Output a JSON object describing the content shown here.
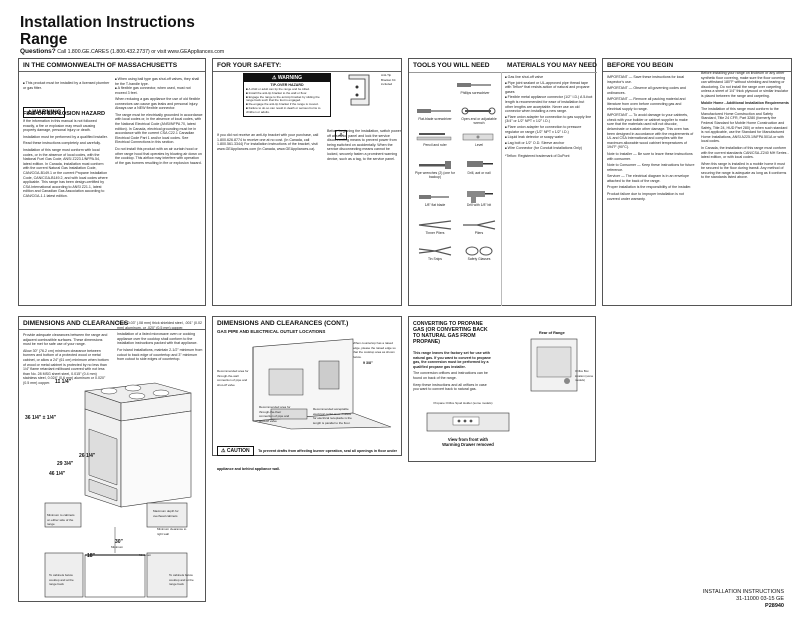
{
  "header": {
    "title_line1": "Installation Instructions",
    "title_line2": "Range",
    "questions_label": "Questions?",
    "questions_text": "Call 1.800.GE.CARES (1.800.432.2737) or visit www.GEAppliances.com"
  },
  "mass": {
    "heading": "IN THE COMMONWEALTH OF MASSACHUSETTS",
    "bullets": [
      "This product must be installed by a licensed plumber or gas fitter.",
      "When using ball type gas shut-off valves, they shall be the T-handle type.",
      "A flexible gas connector, when used, must not exceed 3 feet."
    ]
  },
  "warning_fire": {
    "badge": "WARNING",
    "heading": "FIRE OR EXPLOSION HAZARD",
    "text_a": "If the information in this manual is not followed exactly, a fire or explosion may result causing property damage, personal injury or death.",
    "text_b": "Installation must be performed by a qualified installer.",
    "text_c": "Read these instructions completely and carefully.",
    "text_d": "When reducing a gas appliance the use of old flexible connectors can cause gas leaks and personal injury. Always use a NEW flexible connector.",
    "text_e": "Installation of this range must conform with local codes, or in the absence of local codes, with the National Fuel Gas Code, ANSI Z223.1/NFPA.54, latest edition. In Canada, installation must conform with the current Natural Gas Installation Code, CAN/CGA-B149.1 or the current Propane Installation Code, CAN/CGA-B149.2, and with local codes where applicable. This range has been design-certified by CSA International according to ANSI Z21.1, latest edition and Canadian Gas Association according to CAN/CGA-1.1 latest edition.",
    "text_f": "The range must be electrically grounded in accordance with local codes or, in the absence of local codes, with the National Electrical Code (ANSI/NFPA 70, latest edition). In Canada, electrical grounding must be in accordance with the current CSA C22.1 Canadian Electrical Code Part 1 and/or local codes. See Electrical Connections in this section.",
    "text_g": "Do not install this product with an air curtain hood or other range hood that operates by blowing air down on the cooktop. This airflow may interfere with operation of the gas burners resulting in fire or explosion hazard."
  },
  "safety": {
    "heading": "FOR YOUR SAFETY:",
    "warn_label": "WARNING",
    "tip_label": "TIP-OVER HAZARD",
    "tip_lines": [
      "A child or adult can tip the range and be killed.",
      "Install the anti-tip bracket to the wall or floor.",
      "Engage the range to the anti-tip bracket by sliding the range back such that the foot is engaged.",
      "Re-engage the anti-tip bracket if the range is moved.",
      "Failure to do so can result in death or serious burns to children or adults."
    ],
    "bracket_caption": "Anti-Tip Bracket Kit included",
    "replace_text": "Before beginning the installation, switch power off at service panel and lock the service disconnecting means to prevent power from being switched on accidentally. When the service disconnecting means cannot be locked, securely fasten a prominent warning device, such as a tag, to the service panel.",
    "body_text": "If you did not receive an anti-tip bracket with your purchase, call 1.800.626.8774 to receive one at no cost. (In Canada, call 1.800.561.3344) For installation instructions of the bracket, visit www.GEAppliances.com (In Canada, www.GEAppliances.ca)."
  },
  "tools": {
    "heading": "TOOLS YOU WILL NEED",
    "items": [
      "Phillips screwdriver",
      "Flat-blade screwdriver",
      "Open-end or adjustable wrench",
      "Pencil and ruler",
      "Level",
      "Pipe wrenches (2) (one for backup)",
      "Drill, awl or nail",
      "1/8\" flat blade",
      "Drill with 1/8\" bit",
      "Tinner Pliers",
      "Pliers",
      "Tin Snips",
      "Safety Glasses"
    ]
  },
  "materials": {
    "heading": "MATERIALS YOU MAY NEED",
    "items": [
      "Gas line shut-off valve",
      "Pipe joint sealant or UL-approved pipe thread tape with Teflon* that resists action of natural and propane gases",
      "Flexible metal appliance connector (1/2\" I.D.) A 5-foot length is recommended for ease of installation but other lengths are acceptable. Never use an old connector when installing a new range.",
      "Flare union adapter for connection to gas supply line (3/4\" or 1/2\" NPT x 1/2\" I.D.)",
      "Flare union adapter for connection to pressure regulator on range (1/2\" NPT x 1/2\" I.D.)",
      "Liquid leak detector or soapy water",
      "Lag bolt or 1/2\" O.D. Sleeve anchor",
      "Wire Connector (for Conduit Installations Only)"
    ],
    "footnote": "*Teflon: Registered trademark of DuPont"
  },
  "begin": {
    "heading": "BEFORE YOU BEGIN",
    "col1": [
      "IMPORTANT — Save these instructions for local inspector's use.",
      "IMPORTANT — Observe all governing codes and ordinances.",
      "IMPORTANT — Remove all packing material and literature from oven before connecting gas and electrical supply to range.",
      "IMPORTANT — To avoid damage to your cabinets, check with your builder or cabinet supplier to make sure that the materials used will not discolor, delaminate or sustain other damage. This oven has been designed in accordance with the requirements of UL and CSA International and complies with the maximum allowable wood cabinet temperatures of 194°F (90°C).",
      "Note to Installer — Be sure to leave these instructions with consumer.",
      "Note to Consumer — Keep these instructions for future reference.",
      "Servicer — The electrical diagram is in an envelope attached to the back of the range.",
      "Proper installation is the responsibility of the installer.",
      "Product failure due to improper installation is not covered under warranty."
    ],
    "col2": [
      "Before installing your range on linoleum or any other synthetic floor covering, make sure the floor covering can withstand 180°F without shrinking and tearing or discoloring. Do not install the range over carpeting unless a sheet of 1/4\" thick plywood or similar insulator is placed between the range and carpeting.",
      "Mobile Home - Additional Installation Requirements",
      "The installation of this range must conform to the Manufactured Home Construction and Safety Standard, Title 24 CFR, Part 3280 (formerly the Federal Standard for Mobile Home Construction and Safety, Title 24, HUD Part 280) or when such standard is not applicable, use the Standard for Manufactured Home Installations, ANSI A225.1/NFPA 501A or with local codes.",
      "In Canada, the installation of this range must conform with the current standards CAN/CSA-Z240 MH Series - latest edition, or with local codes.",
      "When this range is installed in a mobile home it must be secured to the floor during transit. Any method of securing the range is adequate as long as it conforms to the standards listed above."
    ]
  },
  "dims": {
    "heading": "DIMENSIONS AND CLEARANCES",
    "text_a": "Provide adequate clearances between the range and adjacent combustible surfaces. These dimensions must be met for safe use of your range.",
    "text_b": "Allow 30\" (76.2 cm) minimum clearance between burners and bottom of a protected wood or metal cabinet, or allow a 24\" (61 cm) minimum when bottom of wood or metal cabinet is protected by no less than 1/4\" flame retardant millboard covered with not less than No. 28 MSG sheet steel, 0.015\" (0.4 mm) stainless steel, 0.024\" (0.6 mm) aluminum or 0.020\" (0.5 mm) copper.",
    "text_c": "Thick, 0.03\" (.08 mm) thick shielded steel, .001\" (0.02 mm) aluminum, or .020\" (0.5 mm) copper.",
    "text_d": "Installation of a listed microwave oven or cooking appliance over the cooktop shall conform to the installation instructions packed with that appliance.",
    "text_e": "For island installations, maintain 2-1/2\" minimum from cutout to back edge of countertop and 3\" minimum from cutout to side edges of countertop.",
    "d1": "11 1/4\"",
    "d2": "36 1/4\" ± 1/4\"",
    "d3": "26 1/4\"",
    "d4": "29 3/4\"",
    "d5": "46 1/4\"",
    "d6": "30\"",
    "d7": "18\"",
    "c1": "Minimum to cabinets on either side of the range",
    "c2": "Maximum depth for overhead cabinets",
    "c3": "Minimum clearance to right wall",
    "c4": "Minimum",
    "c5": "To cabinets below cooktop and at the range back",
    "c6": "To cabinets below cooktop and at the range back",
    "c7": "Minimum"
  },
  "dims2": {
    "heading": "DIMENSIONS AND CLEARANCES (CONT.)",
    "sub": "GAS PIPE AND ELECTRICAL OUTLET LOCATIONS",
    "note_a": "Recommended area for through-the-wall connection of pipe and shut-off valve",
    "note_b": "Recommended area for through-the-floor connection of pipe and shut-off valve",
    "note_c": "Recommended acceptable electrical outlet area. Outlets for electrical receptacle is the length is parallel to the floor.",
    "note_d": "When countertop has a raised edge, please the raised edge so that the cooktop area as shown below.",
    "m1": "9 3/8\"",
    "caution_label": "CAUTION",
    "caution_text": "To prevent drafts from affecting burner operation, seal all openings in floor under appliance and behind appliance wall."
  },
  "convert": {
    "heading": "CONVERTING TO PROPANE GAS (OR CONVERTING BACK TO NATURAL GAS FROM PROPANE)",
    "bold_text": "This range leaves the factory set for use with natural gas. If you want to convert to propane gas, the conversion must be performed by a qualified propane gas installer.",
    "text_a": "The conversion orifices and instructions can be found on back of the range.",
    "text_b": "Keep these instructions and all orifices in case you want to convert back to natural gas.",
    "rear_label": "Rear of Range",
    "holder_label": "Propane Orifice Spud Holder (some models)",
    "orifice_label": "Orifice Box location (some models)",
    "view_label_1": "View from front with",
    "view_label_2": "Warming Drawer removed"
  },
  "footer": {
    "line1": "INSTALLATION INSTRUCTIONS",
    "line2": "31-11000  03-15  GE",
    "line3": "P28940"
  }
}
